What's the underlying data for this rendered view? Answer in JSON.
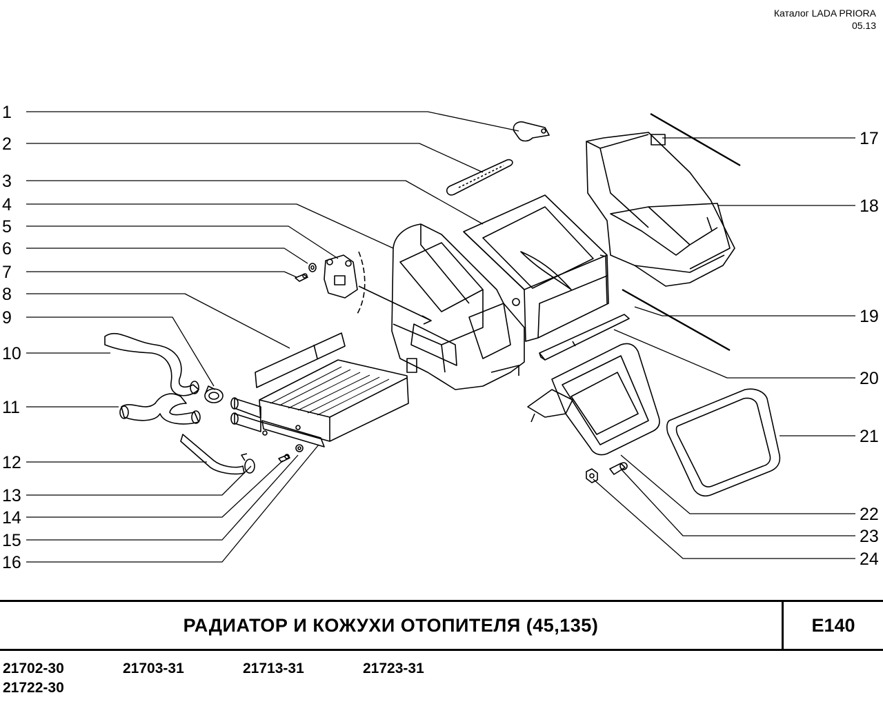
{
  "header": {
    "catalog": "Каталог  LADA  PRIORA",
    "date": "05.13"
  },
  "callouts": {
    "left": [
      "1",
      "2",
      "3",
      "4",
      "5",
      "6",
      "7",
      "8",
      "9",
      "10",
      "11",
      "12",
      "13",
      "14",
      "15",
      "16"
    ],
    "right": [
      "17",
      "18",
      "19",
      "20",
      "21",
      "22",
      "23",
      "24"
    ]
  },
  "title": {
    "text": "РАДИАТОР  И  КОЖУХИ  ОТОПИТЕЛЯ (45,135)",
    "code": "E140"
  },
  "models": [
    "21702-30",
    "21703-31",
    "21713-31",
    "21723-31",
    "21722-30"
  ]
}
